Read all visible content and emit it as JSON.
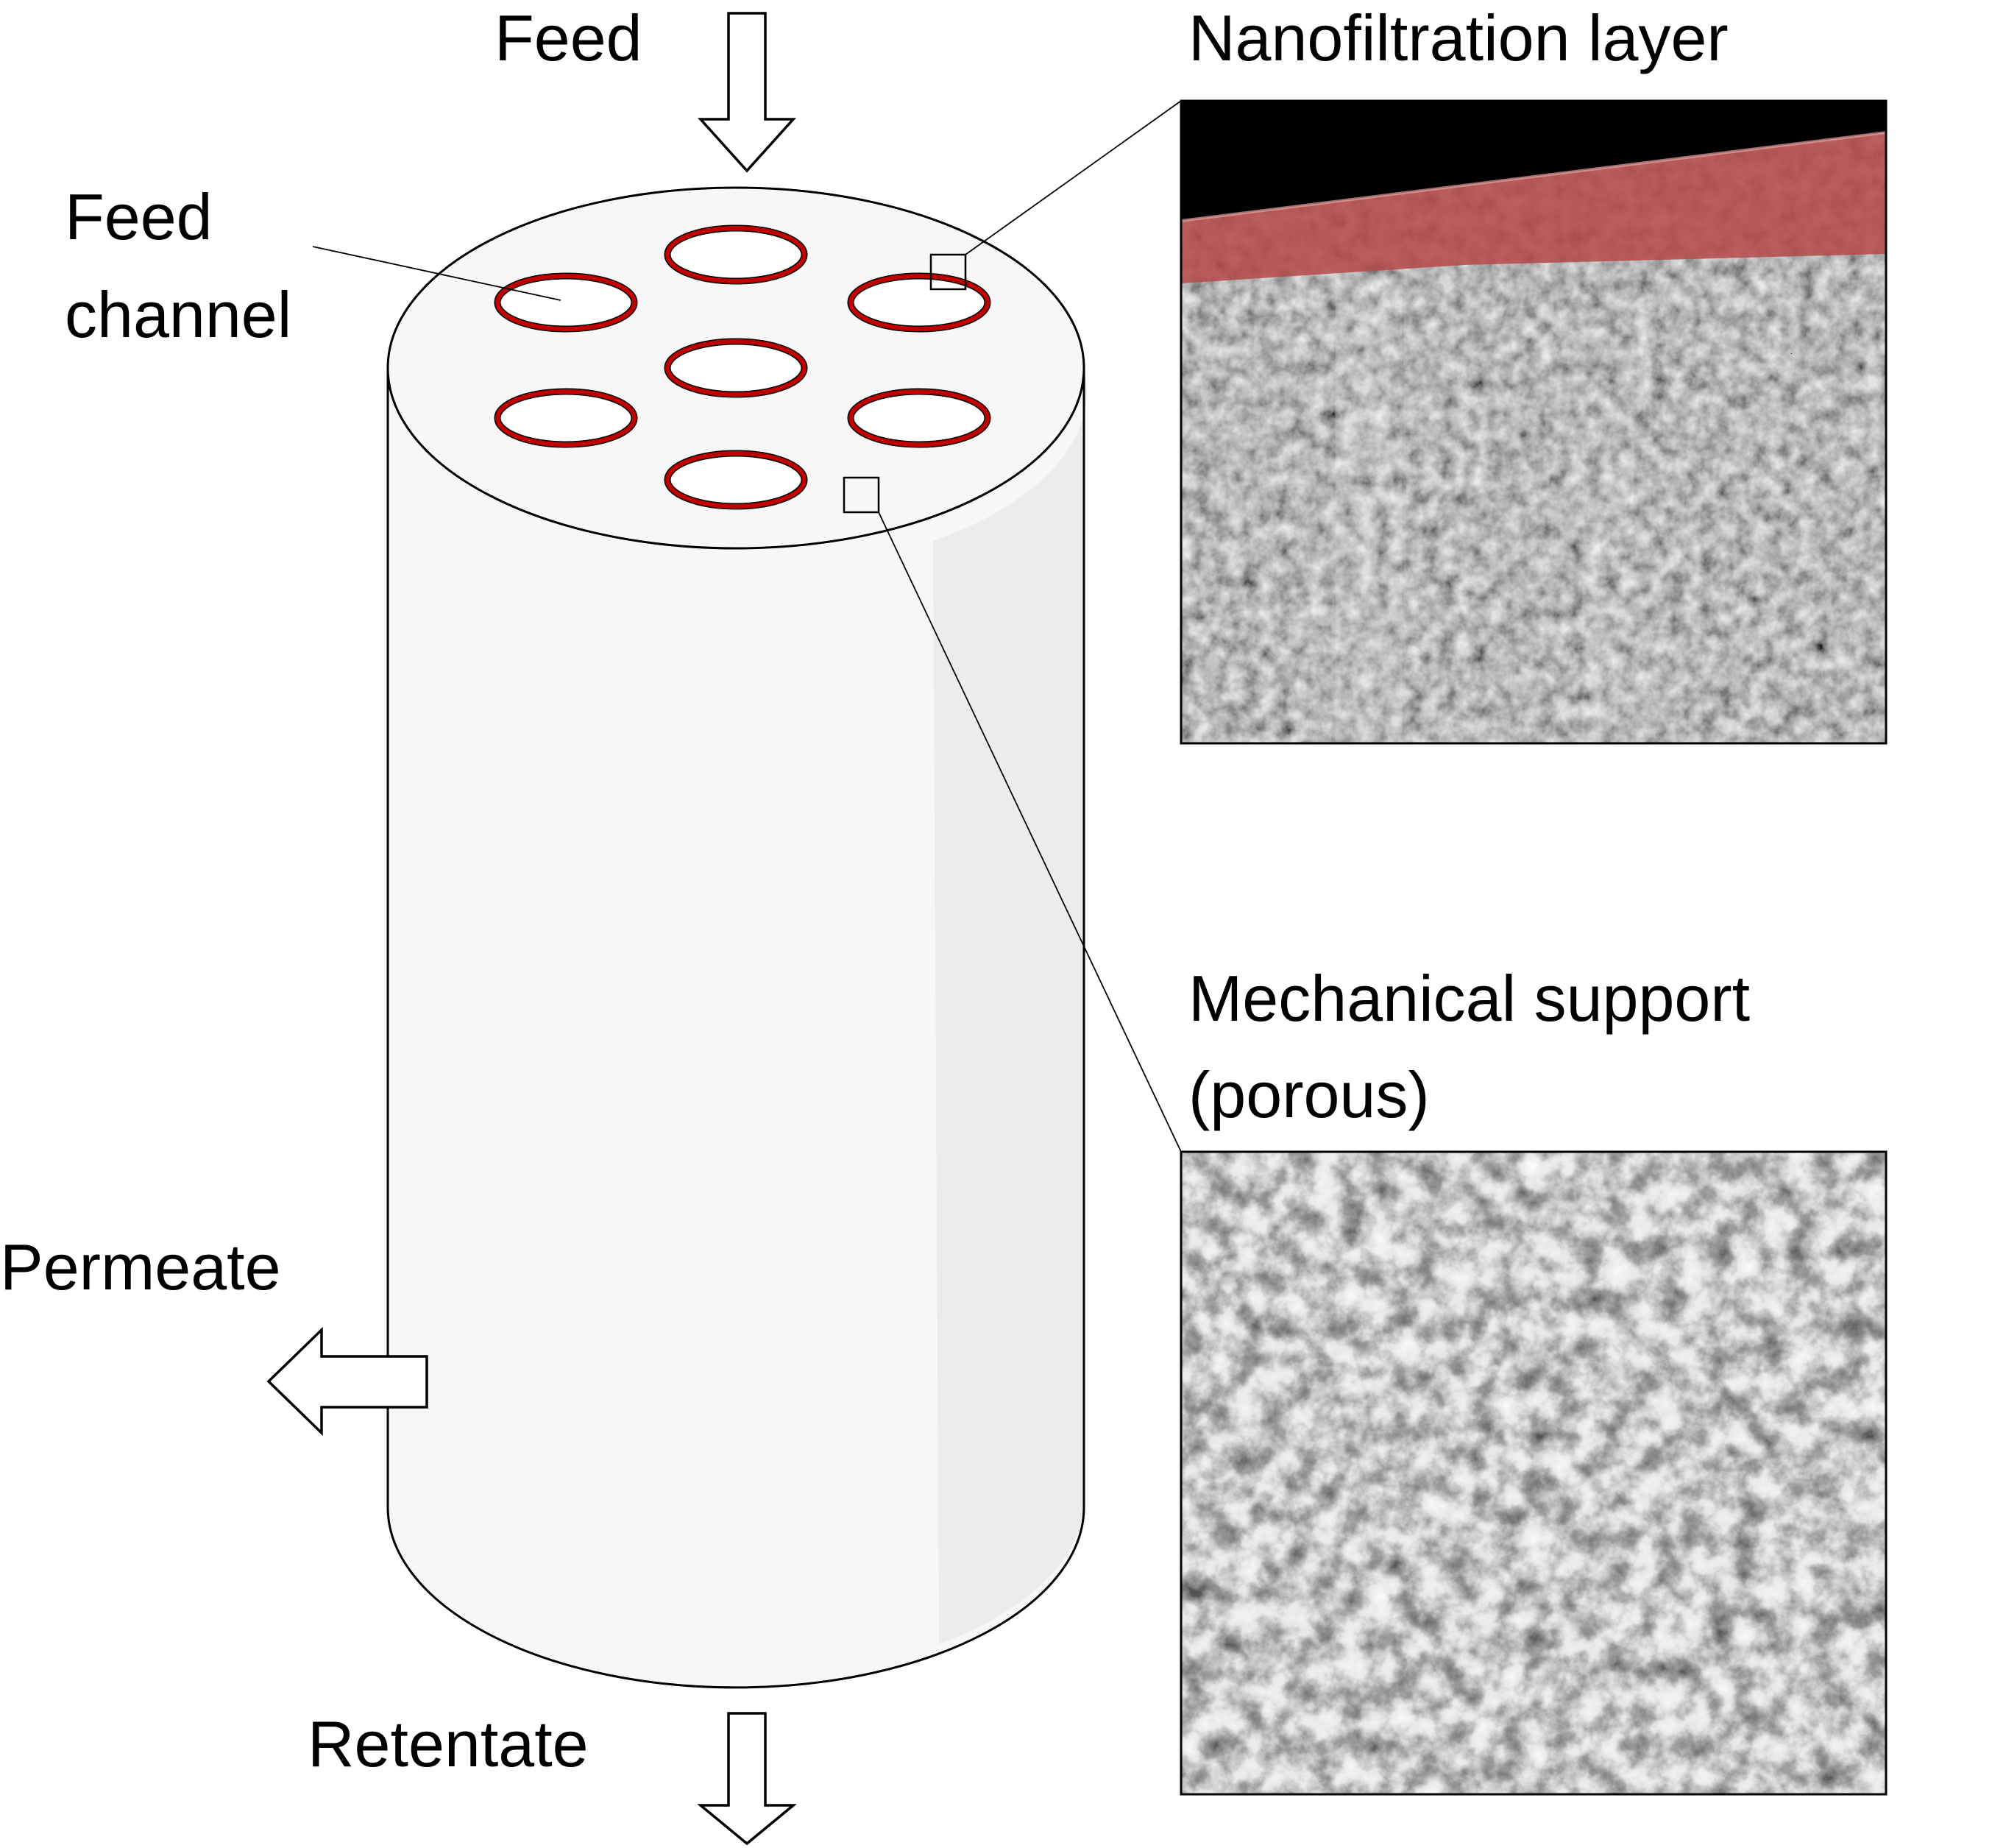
{
  "labels": {
    "feed": "Feed",
    "feed_channel_line1": "Feed",
    "feed_channel_line2": "channel",
    "nanofiltration_layer": "Nanofiltration layer",
    "mechanical_support_line1": "Mechanical support",
    "mechanical_support_line2": "(porous)",
    "permeate": "Permeate",
    "retentate": "Retentate"
  },
  "colors": {
    "membrane_layer": "#c00000",
    "nanofiltration_highlight": "#b44848",
    "cylinder_face": "#f7f7f7",
    "cylinder_shade": "#ececec",
    "sem_background": "#7a7a7a",
    "sem_top_dark": "#000000"
  },
  "channels": {
    "count": 7
  },
  "icons": {
    "feed_arrow": "arrow-down-icon",
    "permeate_arrow": "arrow-left-icon",
    "retentate_arrow": "arrow-down-icon"
  }
}
